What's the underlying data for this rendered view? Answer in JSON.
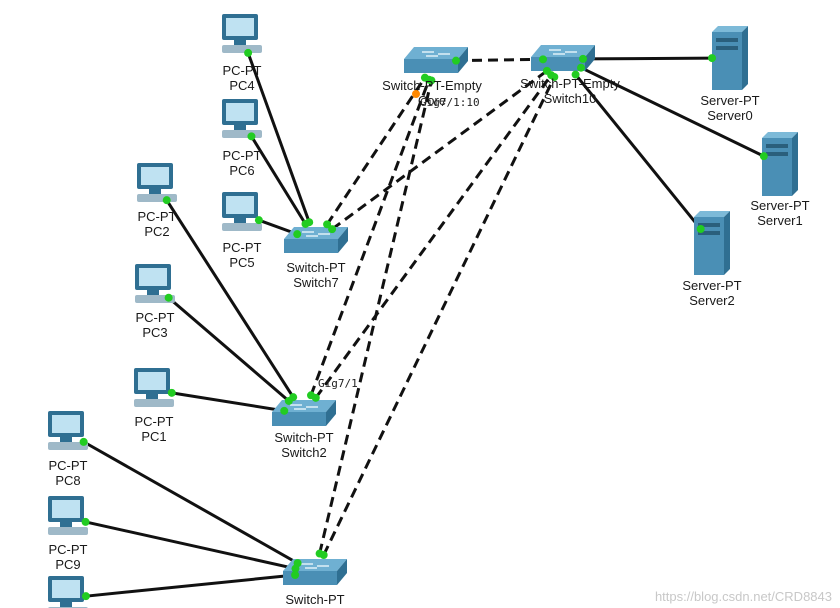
{
  "nodes": [
    {
      "id": "pc4",
      "kind": "pc",
      "model": "PC-PT",
      "name": "PC4"
    },
    {
      "id": "pc6",
      "kind": "pc",
      "model": "PC-PT",
      "name": "PC6"
    },
    {
      "id": "pc5",
      "kind": "pc",
      "model": "PC-PT",
      "name": "PC5"
    },
    {
      "id": "pc2",
      "kind": "pc",
      "model": "PC-PT",
      "name": "PC2"
    },
    {
      "id": "pc3",
      "kind": "pc",
      "model": "PC-PT",
      "name": "PC3"
    },
    {
      "id": "pc1",
      "kind": "pc",
      "model": "PC-PT",
      "name": "PC1"
    },
    {
      "id": "pc8",
      "kind": "pc",
      "model": "PC-PT",
      "name": "PC8"
    },
    {
      "id": "pc9",
      "kind": "pc",
      "model": "PC-PT",
      "name": "PC9"
    },
    {
      "id": "pc10",
      "kind": "pc",
      "model": "",
      "name": ""
    },
    {
      "id": "switch7",
      "kind": "switch",
      "model": "Switch-PT",
      "name": "Switch7"
    },
    {
      "id": "switch2",
      "kind": "switch",
      "model": "Switch-PT",
      "name": "Switch2"
    },
    {
      "id": "switchb",
      "kind": "switch",
      "model": "Switch-PT",
      "name": ""
    },
    {
      "id": "core",
      "kind": "switch",
      "model": "Switch-PT-Empty",
      "name": "Core"
    },
    {
      "id": "switch10",
      "kind": "switch",
      "model": "Switch-PT-Empty",
      "name": "Switch10"
    },
    {
      "id": "server0",
      "kind": "server",
      "model": "Server-PT",
      "name": "Server0"
    },
    {
      "id": "server1",
      "kind": "server",
      "model": "Server-PT",
      "name": "Server1"
    },
    {
      "id": "server2",
      "kind": "server",
      "model": "Server-PT",
      "name": "Server2"
    }
  ],
  "links": [
    {
      "from": "pc4",
      "to": "switch7",
      "style": "solid"
    },
    {
      "from": "pc6",
      "to": "switch7",
      "style": "solid"
    },
    {
      "from": "pc5",
      "to": "switch7",
      "style": "solid"
    },
    {
      "from": "pc2",
      "to": "switch2",
      "style": "solid"
    },
    {
      "from": "pc3",
      "to": "switch2",
      "style": "solid"
    },
    {
      "from": "pc1",
      "to": "switch2",
      "style": "solid"
    },
    {
      "from": "pc8",
      "to": "switchb",
      "style": "solid"
    },
    {
      "from": "pc9",
      "to": "switchb",
      "style": "solid"
    },
    {
      "from": "pc10",
      "to": "switchb",
      "style": "solid"
    },
    {
      "from": "core",
      "to": "switch10",
      "style": "dashed"
    },
    {
      "from": "switch7",
      "to": "core",
      "style": "dashed"
    },
    {
      "from": "switch7",
      "to": "switch10",
      "style": "dashed"
    },
    {
      "from": "switch2",
      "to": "core",
      "style": "dashed"
    },
    {
      "from": "switch2",
      "to": "switch10",
      "style": "dashed"
    },
    {
      "from": "switchb",
      "to": "core",
      "style": "dashed"
    },
    {
      "from": "switchb",
      "to": "switch10",
      "style": "dashed"
    },
    {
      "from": "switch10",
      "to": "server0",
      "style": "solid"
    },
    {
      "from": "switch10",
      "to": "server1",
      "style": "solid"
    },
    {
      "from": "switch10",
      "to": "server2",
      "style": "solid"
    }
  ],
  "port_labels": {
    "core_port": "Gig7/1:10",
    "switch2_port": "Gig7/1"
  },
  "watermark": "https://blog.csdn.net/CRD8843",
  "colors": {
    "device": "#4a8fb5",
    "device_dark": "#2f6f92",
    "link": "#111111",
    "port_up": "#22cc22",
    "port_warn": "#ff8800"
  }
}
